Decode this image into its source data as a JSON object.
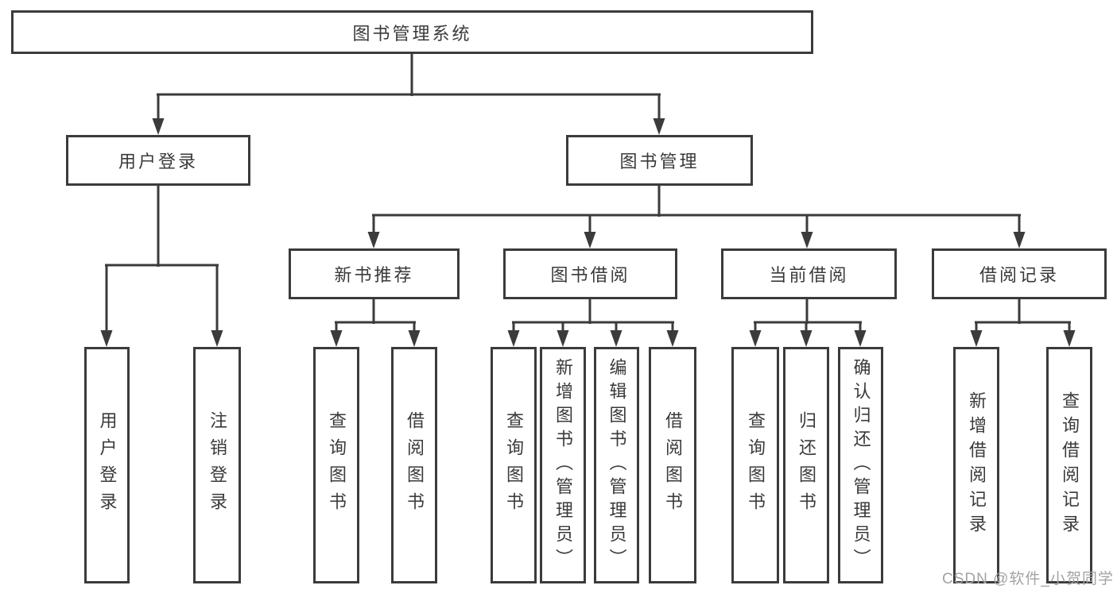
{
  "page": {
    "background": "#ffffff",
    "line_color": "#3b3b3b",
    "text_color": "#3a3a3a",
    "watermark_color": "#a3a3a3"
  },
  "watermark": {
    "text": "CSDN @软件_小贺同学"
  },
  "nodes": {
    "root": {
      "label": "图书管理系统"
    },
    "user_login": {
      "label": "用户登录"
    },
    "book_mgmt": {
      "label": "图书管理"
    },
    "new_rec": {
      "label": "新书推荐"
    },
    "book_borrow": {
      "label": "图书借阅"
    },
    "cur_borrow": {
      "label": "当前借阅"
    },
    "borrow_rec": {
      "label": "借阅记录"
    },
    "leaf_user_login": {
      "label": "用户登录"
    },
    "leaf_logout": {
      "label": "注销登录"
    },
    "leaf_query_book_rec": {
      "label": "查询图书"
    },
    "leaf_borrow_book_rec": {
      "label": "借阅图书"
    },
    "leaf_query_book_borrow": {
      "label": "查询图书"
    },
    "leaf_add_book": {
      "label": "新增图书（管理员）"
    },
    "leaf_edit_book": {
      "label": "编辑图书（管理员）"
    },
    "leaf_borrow_book_borrow": {
      "label": "借阅图书"
    },
    "leaf_query_book_cur": {
      "label": "查询图书"
    },
    "leaf_return_book": {
      "label": "归还图书"
    },
    "leaf_confirm_return": {
      "label": "确认归还（管理员）"
    },
    "leaf_add_record": {
      "label": "新增借阅记录"
    },
    "leaf_query_record": {
      "label": "查询借阅记录"
    }
  },
  "hierarchy": {
    "图书管理系统": [
      "用户登录",
      "图书管理"
    ],
    "用户登录": [
      "用户登录",
      "注销登录"
    ],
    "图书管理": [
      "新书推荐",
      "图书借阅",
      "当前借阅",
      "借阅记录"
    ],
    "新书推荐": [
      "查询图书",
      "借阅图书"
    ],
    "图书借阅": [
      "查询图书",
      "新增图书（管理员）",
      "编辑图书（管理员）",
      "借阅图书"
    ],
    "当前借阅": [
      "查询图书",
      "归还图书",
      "确认归还（管理员）"
    ],
    "借阅记录": [
      "新增借阅记录",
      "查询借阅记录"
    ]
  }
}
